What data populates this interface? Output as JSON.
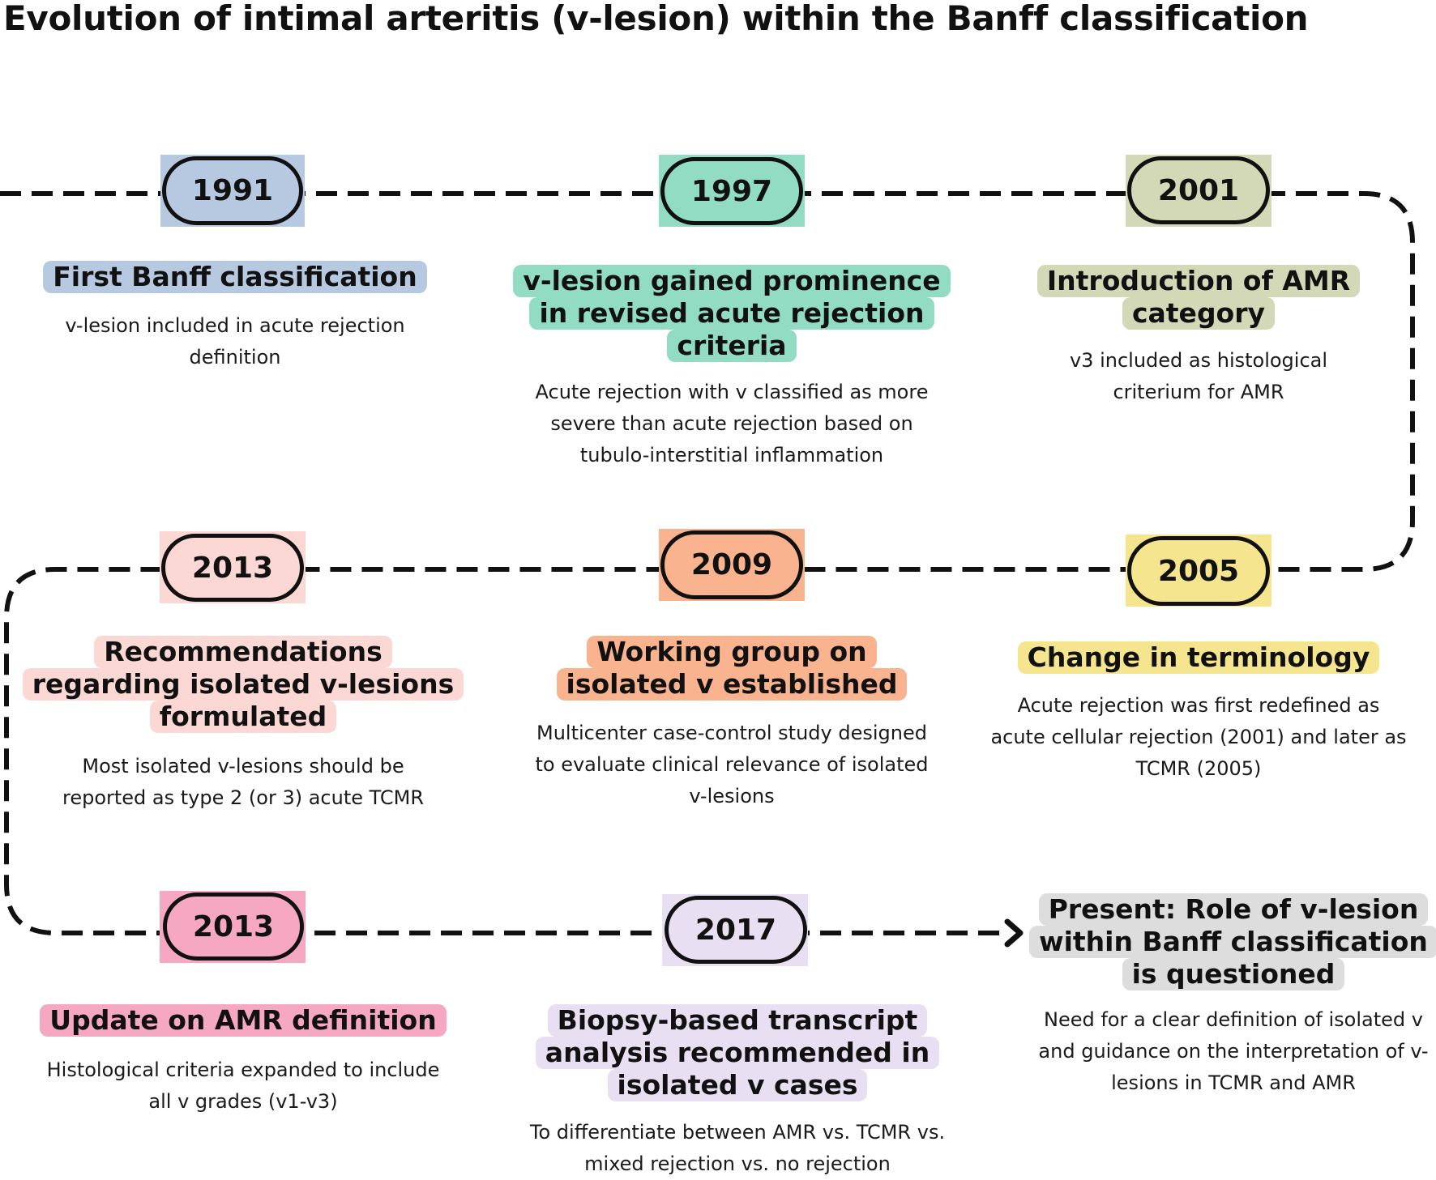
{
  "title": "Evolution of intimal arteritis (v-lesion) within the Banff classification",
  "colors": {
    "line": "#111111",
    "y1991": "#b7c9e1",
    "y1997": "#93dcc4",
    "y2001": "#d3d8b7",
    "y2005": "#f6e58f",
    "y2009": "#f9b48f",
    "y2013a": "#fbd8d3",
    "y2013b": "#f6a8c2",
    "y2017": "#e8dff2",
    "present": "#dddddd"
  },
  "events": {
    "e1991": {
      "year": "1991",
      "headline": [
        "First Banff classification"
      ],
      "desc": [
        "v-lesion included in acute rejection",
        "definition"
      ]
    },
    "e1997": {
      "year": "1997",
      "headline": [
        "v-lesion gained prominence",
        "in revised acute rejection",
        "criteria"
      ],
      "desc": [
        "Acute rejection with v classified as more",
        "severe than acute rejection based on",
        "tubulo-interstitial inflammation"
      ]
    },
    "e2001": {
      "year": "2001",
      "headline": [
        "Introduction of AMR",
        "category"
      ],
      "desc": [
        "v3 included as histological",
        "criterium for AMR"
      ]
    },
    "e2005": {
      "year": "2005",
      "headline": [
        "Change in terminology"
      ],
      "desc": [
        "Acute rejection was first redefined as",
        "acute cellular rejection (2001) and later as",
        "TCMR (2005)"
      ]
    },
    "e2009": {
      "year": "2009",
      "headline": [
        "Working group on",
        "isolated v established"
      ],
      "desc": [
        "Multicenter case-control study designed",
        "to evaluate clinical relevance of isolated",
        "v-lesions"
      ]
    },
    "e2013a": {
      "year": "2013",
      "headline": [
        "Recommendations",
        "regarding isolated v-lesions",
        "formulated"
      ],
      "desc": [
        "Most isolated v-lesions should be",
        "reported as type 2 (or 3) acute TCMR"
      ]
    },
    "e2013b": {
      "year": "2013",
      "headline": [
        "Update on AMR definition"
      ],
      "desc": [
        "Histological criteria expanded to include",
        "all v grades (v1-v3)"
      ]
    },
    "e2017": {
      "year": "2017",
      "headline": [
        "Biopsy-based transcript",
        "analysis recommended in",
        "isolated v cases"
      ],
      "desc": [
        "To differentiate between AMR vs. TCMR vs.",
        "mixed rejection vs. no rejection"
      ]
    },
    "present": {
      "headline": [
        "Present: Role of v-lesion",
        "within Banff classification",
        "is questioned"
      ],
      "desc": [
        "Need for a clear definition of isolated v",
        "and guidance on the interpretation of v-",
        "lesions in TCMR and AMR"
      ]
    }
  }
}
